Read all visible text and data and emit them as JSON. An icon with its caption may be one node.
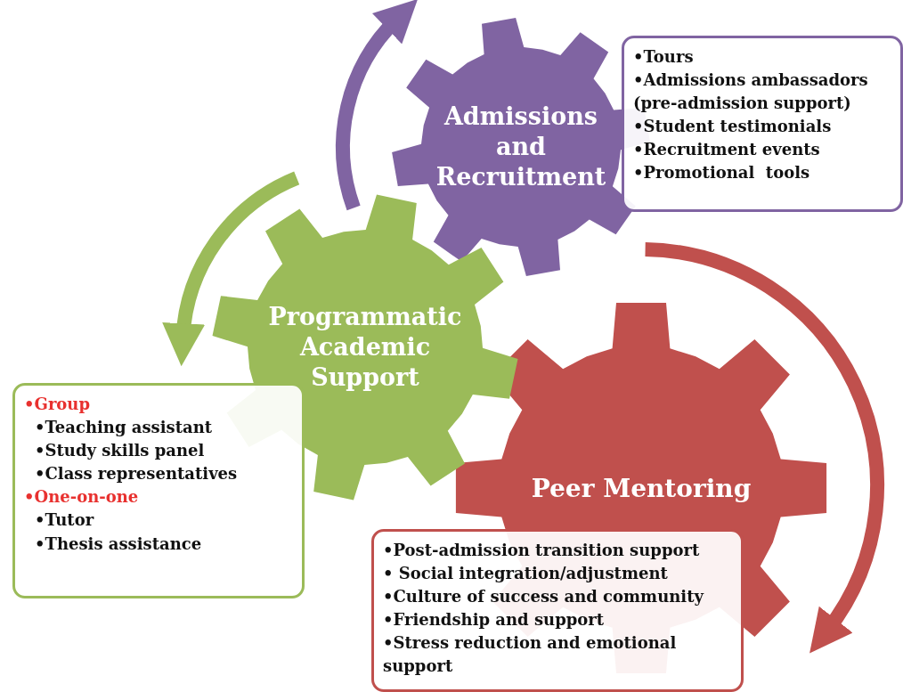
{
  "diagram": {
    "nodes": [
      {
        "text": [
          "Admissions and Recruitment"
        ]
      },
      {
        "text": [
          "•Tours",
          "•Admissions ambassadors (pre-admission support)",
          "•Student testimonials",
          "•Recruitment events",
          "•Promotional  tools"
        ]
      },
      {
        "text": [
          "Programmatic Academic Support"
        ]
      },
      {
        "text": [
          "•Group",
          "•Teaching assistant",
          "•Study skills panel",
          "•Class representatives",
          "•One-on-one",
          "•Tutor",
          "•Thesis assistance"
        ]
      },
      {
        "text": [
          "Peer Mentoring"
        ]
      },
      {
        "text": [
          "•Post-admission transition support",
          "• Social integration/adjustment",
          "•Culture of success and community",
          "•Friendship and support",
          "•Stress reduction and emotional support"
        ]
      }
    ],
    "edges": []
  }
}
